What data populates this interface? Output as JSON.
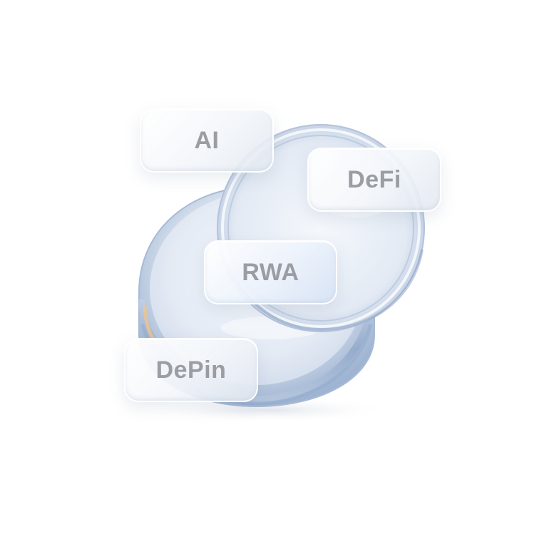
{
  "tags": {
    "ai": "AI",
    "defi": "DeFi",
    "rwa": "RWA",
    "depin": "DePin"
  },
  "colors": {
    "glass_blue": "#a9bedc",
    "glass_light": "#e6eef8",
    "label_gray": "#9a9da2",
    "background": "#ffffff"
  }
}
